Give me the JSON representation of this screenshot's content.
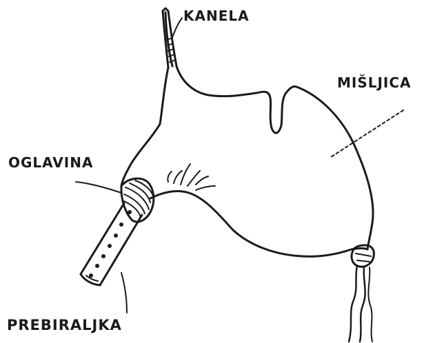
{
  "diagram": {
    "labels": {
      "kanela": "KANELA",
      "misljica": "MIŠLJICA",
      "oglavina": "OGLAVINA",
      "prebiraljka": "PREBIRALJKA"
    },
    "colors": {
      "ink": "#1a1a1a",
      "background": "#ffffff"
    }
  }
}
